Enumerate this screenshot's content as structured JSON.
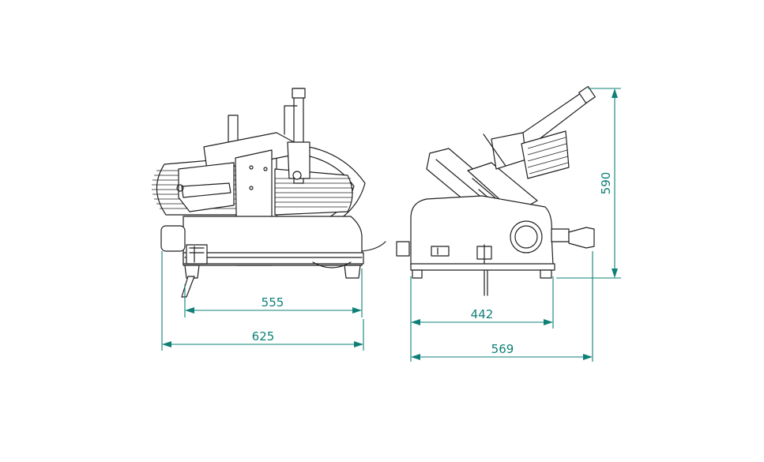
{
  "dimensions": {
    "front_inner_width": "555",
    "front_overall_width": "625",
    "side_base_depth": "442",
    "side_overall_depth": "569",
    "overall_height": "590"
  },
  "colors": {
    "dimension": "#0e8077",
    "linework": "#1f1f1f",
    "background": "#ffffff"
  }
}
